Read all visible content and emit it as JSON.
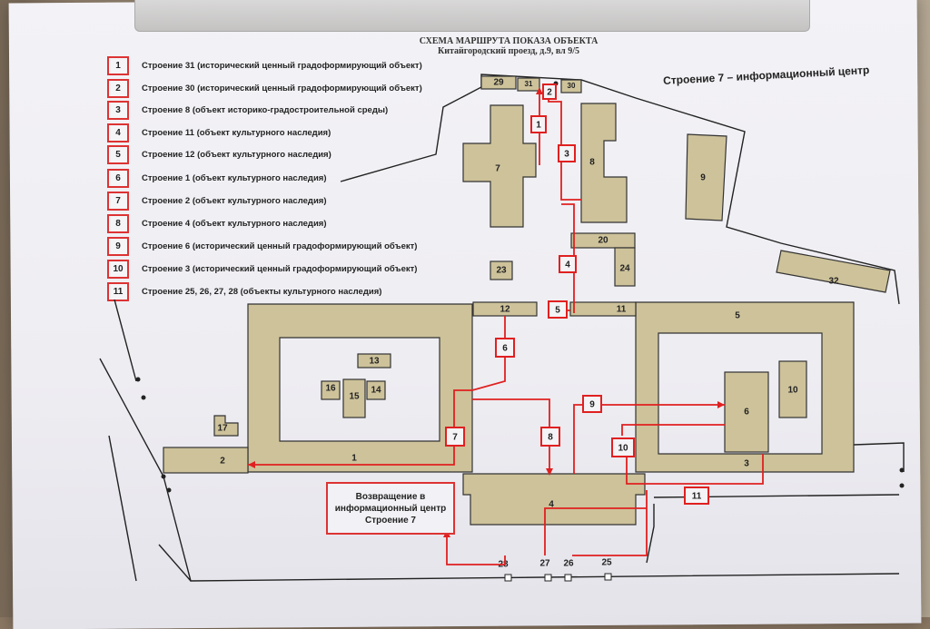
{
  "title": {
    "line1": "СХЕМА МАРШРУТА ПОКАЗА ОБЪЕКТА",
    "line2": "Китайгородский проезд, д.9, вл 9/5"
  },
  "info_center_label": "Строение 7 – информационный центр",
  "legend": [
    {
      "num": "1",
      "text": "Строение 31 (исторический ценный градоформирующий объект)"
    },
    {
      "num": "2",
      "text": "Строение 30 (исторический ценный градоформирующий объект)"
    },
    {
      "num": "3",
      "text": "Строение 8 (объект историко-градостроительной среды)"
    },
    {
      "num": "4",
      "text": "Строение 11 (объект культурного наследия)"
    },
    {
      "num": "5",
      "text": "Строение 12 (объект культурного наследия)"
    },
    {
      "num": "6",
      "text": "Строение 1 (объект культурного наследия)"
    },
    {
      "num": "7",
      "text": "Строение 2 (объект культурного наследия)"
    },
    {
      "num": "8",
      "text": "Строение 4 (объект культурного наследия)"
    },
    {
      "num": "9",
      "text": "Строение 6 (исторический ценный градоформирующий объект)"
    },
    {
      "num": "10",
      "text": "Строение 3 (исторический ценный градоформирующий объект)"
    },
    {
      "num": "11",
      "text": "Строение 25, 26, 27, 28 (объекты культурного наследия)"
    }
  ],
  "buildings": {
    "b1": "1",
    "b2": "2",
    "b3": "3",
    "b4": "4",
    "b5": "5",
    "b6": "6",
    "b7": "7",
    "b8": "8",
    "b9": "9",
    "b10": "10",
    "b11": "11",
    "b12": "12",
    "b13": "13",
    "b14": "14",
    "b15": "15",
    "b16": "16",
    "b17": "17",
    "b20": "20",
    "b23": "23",
    "b24": "24",
    "b29": "29",
    "b30": "30",
    "b31": "31",
    "b32": "32",
    "b25": "25",
    "b26": "26",
    "b27": "27",
    "b28": "28"
  },
  "route_markers": {
    "m1": "1",
    "m2": "2",
    "m3": "3",
    "m4": "4",
    "m5": "5",
    "m6": "6",
    "m7": "7",
    "m8": "8",
    "m9": "9",
    "m10": "10",
    "m11": "11"
  },
  "return_box": {
    "line1": "Возвращение в",
    "line2": "информационный центр",
    "line3": "Строение 7"
  },
  "colors": {
    "building_fill": "#cdc29a",
    "building_stroke": "#333333",
    "route": "#e02020",
    "paper": "#efeef3"
  }
}
